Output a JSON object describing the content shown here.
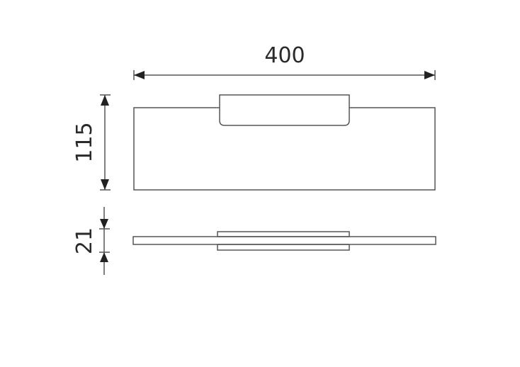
{
  "dimensions": {
    "width": "400",
    "height": "115",
    "thickness": "21"
  },
  "colors": {
    "line": "#555555",
    "arrow": "#222222",
    "text": "#2a2a2a"
  }
}
